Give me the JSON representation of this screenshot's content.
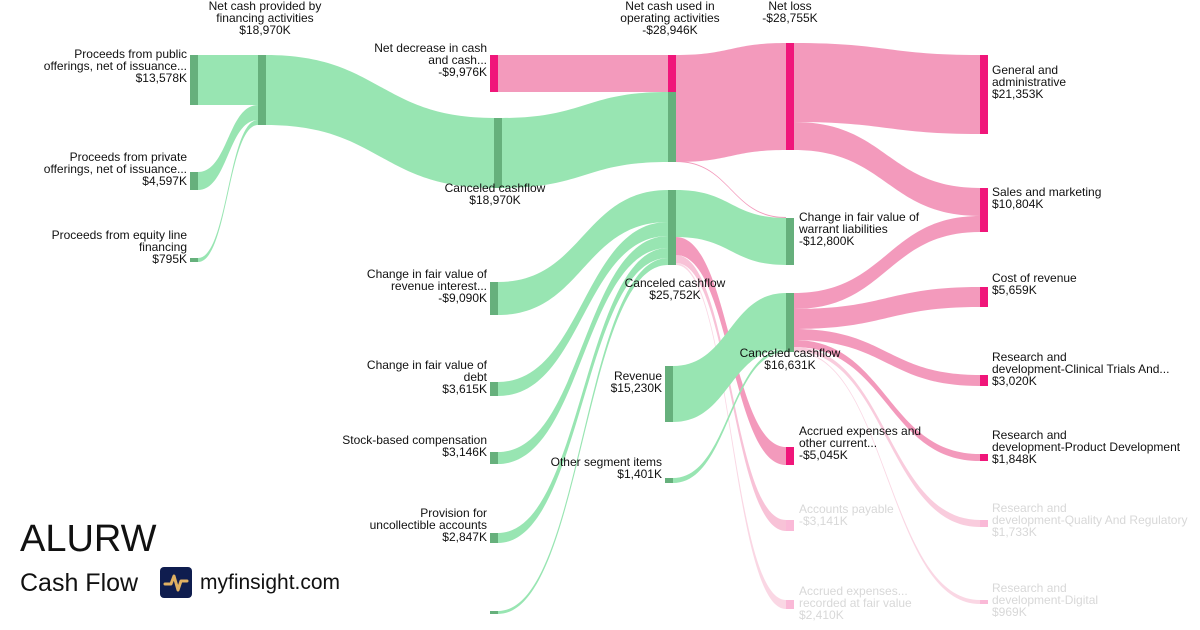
{
  "colors": {
    "inflow": "#98e5b2",
    "inflow_node": "#66b07c",
    "outflow": "#f39abc",
    "outflow_node": "#f0167a"
  },
  "nodes": {
    "public": {
      "label": "Proceeds from public\nofferings, net of issuance...",
      "value": "$13,578K"
    },
    "private": {
      "label": "Proceeds from private\nofferings, net of issuance...",
      "value": "$4,597K"
    },
    "equity": {
      "label": "Proceeds from equity line\nfinancing",
      "value": "$795K"
    },
    "financing": {
      "label": "Net cash provided by\nfinancing activities",
      "value": "$18,970K"
    },
    "netdecrease": {
      "label": "Net decrease in cash\nand cash...",
      "value": "-$9,976K"
    },
    "canceled1": {
      "label": "Canceled cashflow",
      "value": "$18,970K"
    },
    "operating": {
      "label": "Net cash used in\noperating activities",
      "value": "-$28,946K"
    },
    "netloss": {
      "label": "Net loss",
      "value": "-$28,755K"
    },
    "ga": {
      "label": "General and\nadministrative",
      "value": "$21,353K"
    },
    "sm": {
      "label": "Sales and marketing",
      "value": "$10,804K"
    },
    "fvrev": {
      "label": "Change in fair value of\nrevenue interest...",
      "value": "-$9,090K"
    },
    "fvdebt": {
      "label": "Change in fair value of\ndebt",
      "value": "$3,615K"
    },
    "sbc": {
      "label": "Stock-based compensation",
      "value": "$3,146K"
    },
    "provision": {
      "label": "Provision for\nuncollectible accounts",
      "value": "$2,847K"
    },
    "canceled2": {
      "label": "Canceled cashflow",
      "value": "$25,752K"
    },
    "revenue": {
      "label": "Revenue",
      "value": "$15,230K"
    },
    "other": {
      "label": "Other segment items",
      "value": "$1,401K"
    },
    "warrant": {
      "label": "Change in fair value of\nwarrant liabilities",
      "value": "-$12,800K"
    },
    "canceled3": {
      "label": "Canceled cashflow",
      "value": "$16,631K"
    },
    "cor": {
      "label": "Cost of revenue",
      "value": "$5,659K"
    },
    "rdclin": {
      "label": "Research and\ndevelopment-Clinical Trials And...",
      "value": "$3,020K"
    },
    "rdprod": {
      "label": "Research and\ndevelopment-Product Development",
      "value": "$1,848K"
    },
    "rdqual": {
      "label": "Research and\ndevelopment-Quality And Regulatory",
      "value": "$1,733K"
    },
    "rddig": {
      "label": "Research and\ndevelopment-Digital",
      "value": "$969K"
    },
    "accrued": {
      "label": "Accrued expenses and\nother current...",
      "value": "-$5,045K"
    },
    "ap": {
      "label": "Accounts payable",
      "value": "-$3,141K"
    },
    "fairval": {
      "label": "Accrued expenses...\nrecorded at fair value",
      "value": "$2,410K"
    }
  },
  "branding": {
    "ticker": "ALURW",
    "subtitle": "Cash Flow",
    "site": "myfinsight.com"
  }
}
